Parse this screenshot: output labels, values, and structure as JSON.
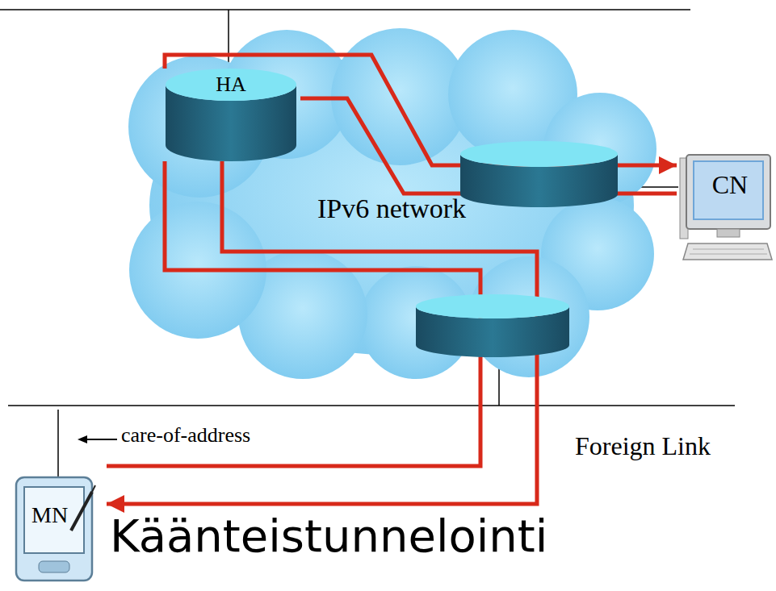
{
  "diagram": {
    "title": "Käänteistunnelointi",
    "nodes": [
      {
        "text": [
          "IPv6 network"
        ]
      },
      {
        "text": [
          "HA"
        ],
        "in": 0
      },
      {
        "text": [
          "CN"
        ]
      },
      {
        "text": [
          "MN"
        ]
      }
    ],
    "edges": [
      {
        "from": 1,
        "to": 2,
        "arrow": "to"
      },
      {
        "from": 2,
        "to": 1,
        "arrow": "none"
      },
      {
        "from": 1,
        "to": 3,
        "arrow": "to"
      },
      {
        "from": 3,
        "to": 1,
        "arrow": "none"
      }
    ],
    "labels": [
      "care-of-address",
      "Foreign Link"
    ]
  }
}
